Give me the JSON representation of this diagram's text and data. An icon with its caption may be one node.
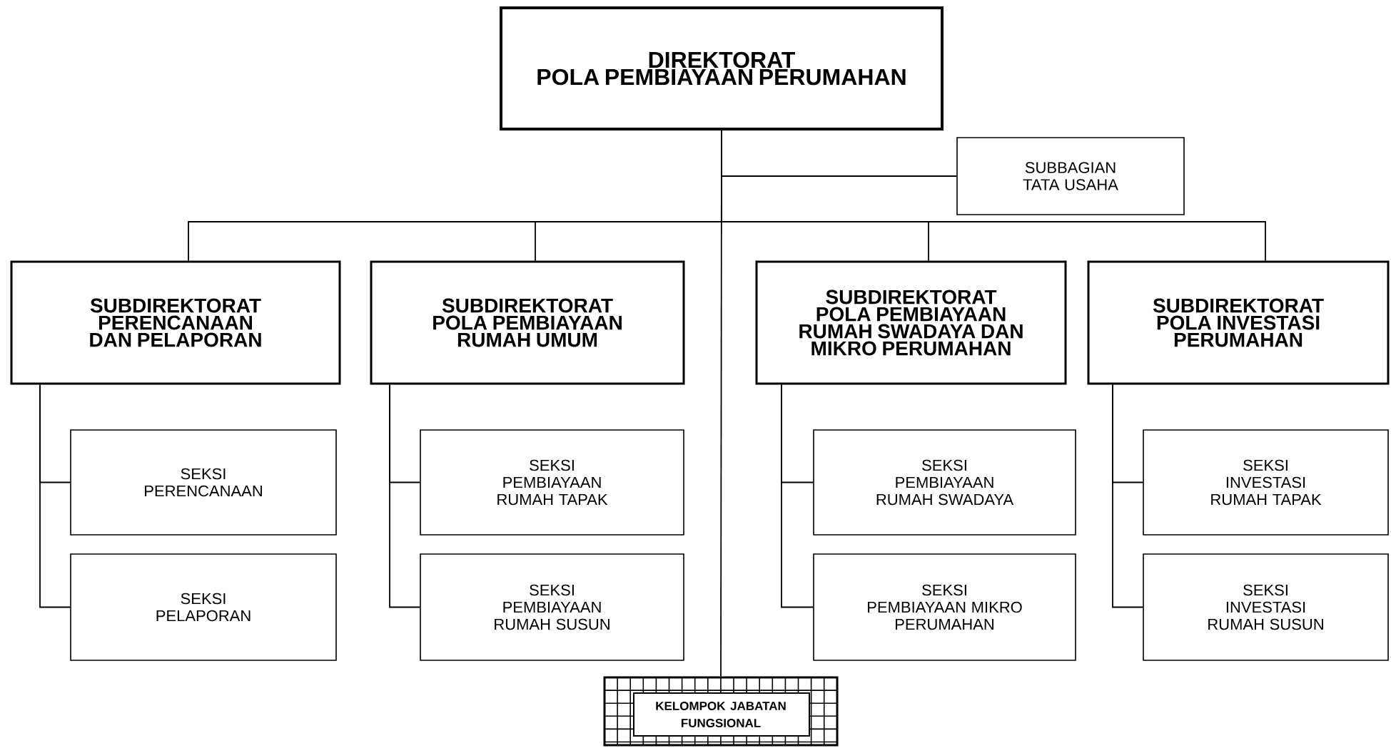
{
  "diagram": {
    "nodes": [
      {
        "text": [
          "DIREKTORAT",
          "POLA PEMBIAYAAN PERUMAHAN"
        ]
      },
      {
        "text": [
          "SUBBAGIAN TATA USAHA"
        ]
      },
      {
        "text": [
          "SUBDIREKTORAT",
          "PERENCANAAN DAN PELAPORAN"
        ]
      },
      {
        "text": [
          "SEKSI",
          "PERENCANAAN"
        ]
      },
      {
        "text": [
          "SEKSI",
          "PELAPORAN"
        ]
      },
      {
        "text": [
          "SUBDIREKTORAT",
          "POLA PEMBIAYAAN RUMAH UMUM"
        ]
      },
      {
        "text": [
          "SEKSI",
          "PEMBIAYAAN RUMAH TAPAK"
        ]
      },
      {
        "text": [
          "SEKSI",
          "PEMBIAYAAN RUMAH SUSUN"
        ]
      },
      {
        "text": [
          "SUBDIREKTORAT",
          "POLA PEMBIAYAAN RUMAH SWADAYA DAN MIKRO PERUMAHAN"
        ]
      },
      {
        "text": [
          "SEKSI",
          "PEMBIAYAAN RUMAH SWADAYA"
        ]
      },
      {
        "text": [
          "SEKSI",
          "PEMBIAYAAN MIKRO PERUMAHAN"
        ]
      },
      {
        "text": [
          "SUBDIREKTORAT",
          "POLA INVESTASI PERUMAHAN"
        ]
      },
      {
        "text": [
          "SEKSI",
          "INVESTASI RUMAH TAPAK"
        ]
      },
      {
        "text": [
          "SEKSI",
          "INVESTASI RUMAH SUSUN"
        ]
      },
      {
        "text": [
          "KELOMPOK JABATAN FUNGSIONAL"
        ]
      }
    ],
    "edges": [
      {
        "from": 0,
        "to": 1,
        "arrow": "none"
      },
      {
        "from": 0,
        "to": 2,
        "arrow": "none"
      },
      {
        "from": 0,
        "to": 5,
        "arrow": "none"
      },
      {
        "from": 0,
        "to": 8,
        "arrow": "none"
      },
      {
        "from": 0,
        "to": 11,
        "arrow": "none"
      },
      {
        "from": 0,
        "to": 14,
        "arrow": "none"
      },
      {
        "from": 2,
        "to": 3,
        "arrow": "none"
      },
      {
        "from": 2,
        "to": 4,
        "arrow": "none"
      },
      {
        "from": 5,
        "to": 6,
        "arrow": "none"
      },
      {
        "from": 5,
        "to": 7,
        "arrow": "none"
      },
      {
        "from": 8,
        "to": 9,
        "arrow": "none"
      },
      {
        "from": 8,
        "to": 10,
        "arrow": "none"
      },
      {
        "from": 11,
        "to": 12,
        "arrow": "none"
      },
      {
        "from": 11,
        "to": 13,
        "arrow": "none"
      }
    ]
  }
}
